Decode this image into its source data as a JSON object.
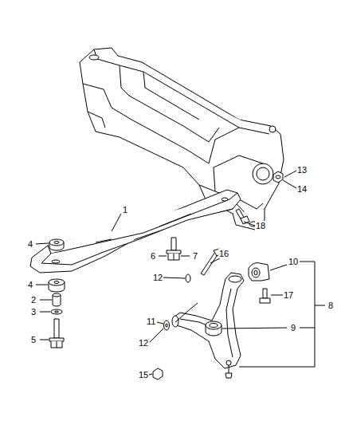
{
  "diagram": {
    "labels": [
      "13",
      "14",
      "1",
      "18",
      "4",
      "6",
      "7",
      "16",
      "10",
      "12",
      "17",
      "4",
      "2",
      "3",
      "11",
      "8",
      "12",
      "9",
      "15",
      "5"
    ]
  }
}
